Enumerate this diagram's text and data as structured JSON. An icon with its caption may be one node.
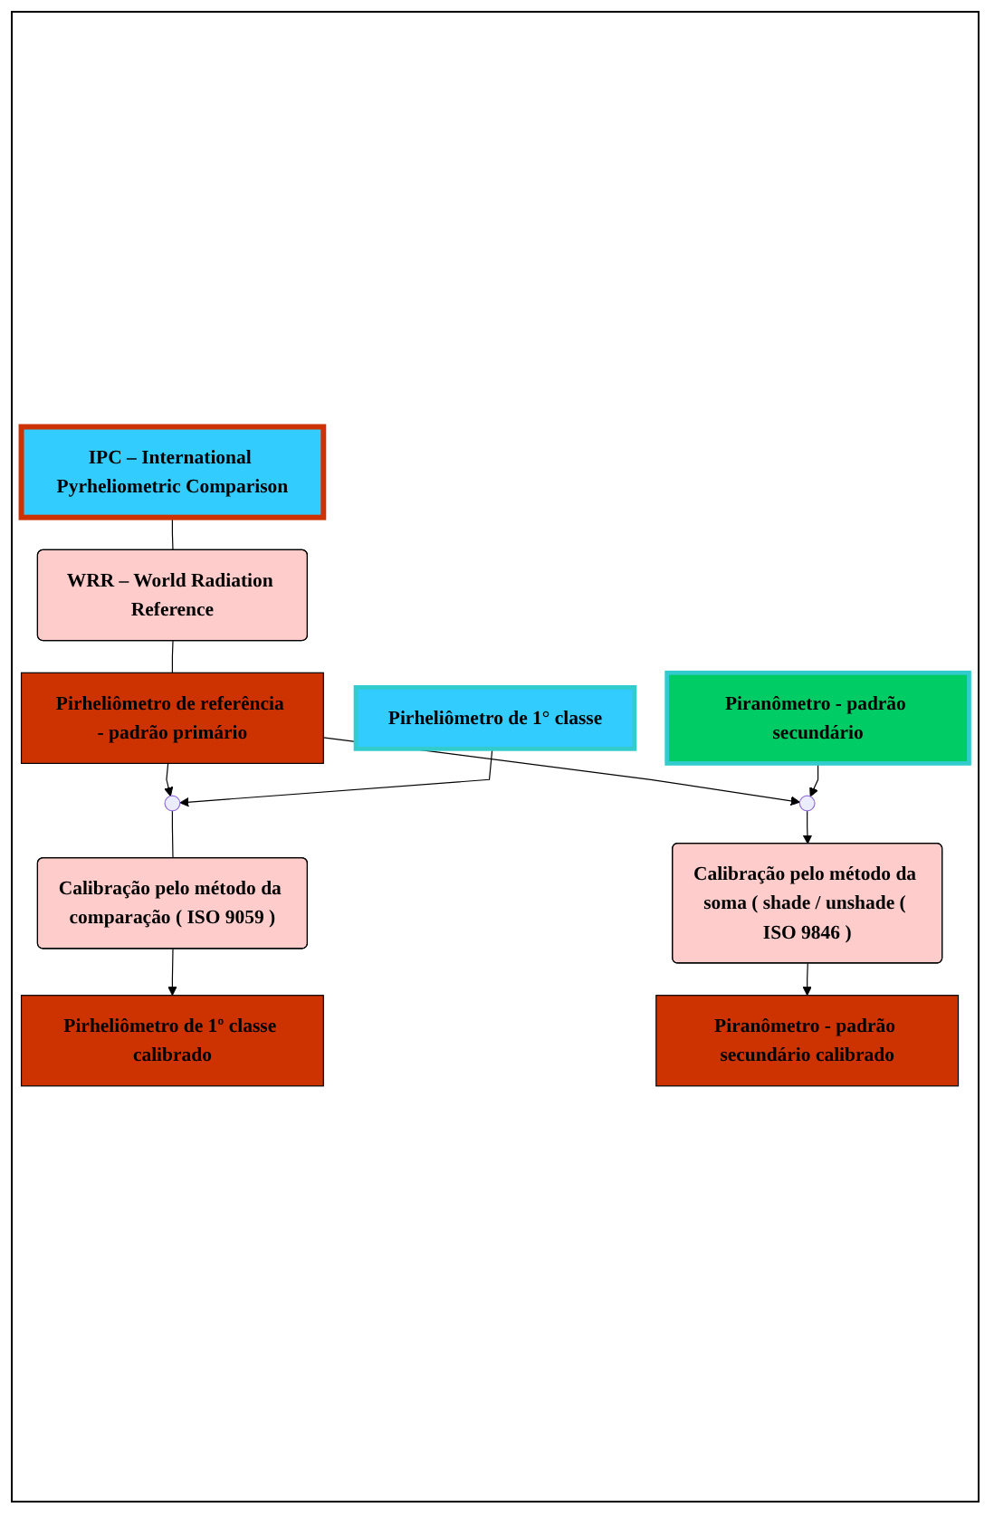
{
  "diagram": {
    "nodes": [
      {
        "text": [
          "IPC – International Pyrheliometric Comparison"
        ]
      },
      {
        "text": [
          "WRR – World Radiation Reference"
        ]
      },
      {
        "text": [
          "Pirheliômetro de referência - padrão primário"
        ]
      },
      {
        "text": [
          "Pirheliômetro de 1° classe"
        ]
      },
      {
        "text": [],
        "shape": "circle"
      },
      {
        "text": [
          "Calibração pelo método da comparação ( ISO 9059 )"
        ]
      },
      {
        "text": [
          "Piranômetro - padrão secundário"
        ]
      },
      {
        "text": [
          "Pirheliômetro de 1º classe calibrado"
        ]
      },
      {
        "text": [],
        "shape": "circle"
      },
      {
        "text": [
          "Calibração pelo método da soma ( shade / unshade ( ISO 9846 )"
        ]
      },
      {
        "text": [
          "Piranômetro - padrão secundário calibrado"
        ]
      }
    ],
    "edges": [
      {
        "from": 0,
        "to": 1,
        "arrow": "none"
      },
      {
        "from": 1,
        "to": 2,
        "arrow": "none"
      },
      {
        "from": 2,
        "to": 4,
        "arrow": "to"
      },
      {
        "from": 3,
        "to": 4,
        "arrow": "to"
      },
      {
        "from": 4,
        "to": 5,
        "arrow": "none"
      },
      {
        "from": 5,
        "to": 7,
        "arrow": "to"
      },
      {
        "from": 2,
        "to": 8,
        "arrow": "to"
      },
      {
        "from": 6,
        "to": 8,
        "arrow": "to"
      },
      {
        "from": 8,
        "to": 9,
        "arrow": "to"
      },
      {
        "from": 9,
        "to": 10,
        "arrow": "to"
      }
    ]
  }
}
